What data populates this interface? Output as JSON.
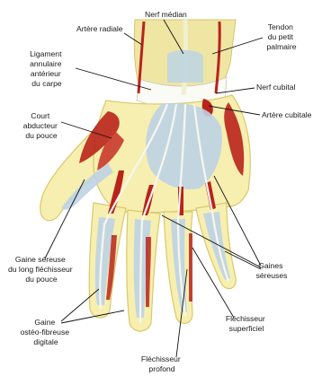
{
  "labels": {
    "nerf_median": "Nerf médian",
    "artere_radiale": "Artère radiale",
    "tendon_petit_palmaire": [
      "Tendon",
      "du petit",
      "palmaire"
    ],
    "ligament": [
      "Ligament",
      "annulaire",
      "antérieur",
      "du carpe"
    ],
    "nerf_cubital": "Nerf cubital",
    "artere_cubitale": "Artère cubitale",
    "court_abducteur": [
      "Court",
      "abducteur",
      "du pouce"
    ],
    "gaine_sereuse_pouce": [
      "Gaine séreuse",
      "du long fléchisseur",
      "du pouce"
    ],
    "gaines_sereuses": [
      "Gaines",
      "séreuses"
    ],
    "gaine_osteo": [
      "Gaine",
      "ostéo-fibreuse",
      "digitale"
    ],
    "flechisseur_superficiel": [
      "Fléchisseur",
      "superficiel"
    ],
    "flechisseur_profond": [
      "Fléchisseur",
      "profond"
    ]
  },
  "colors": {
    "skin": "#f7efb0",
    "skin_edge": "#d9c96a",
    "muscle": "#b8231c",
    "sheath": "#bcd3e4",
    "tendon": "#f4f4ef"
  }
}
